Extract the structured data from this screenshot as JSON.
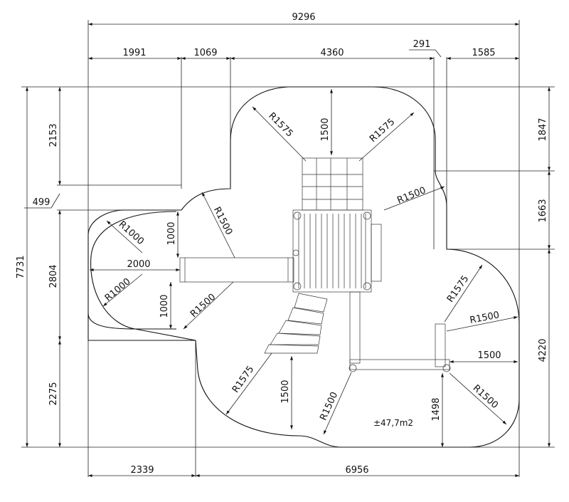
{
  "overall": {
    "width": "9296",
    "height": "7731",
    "area": "±47,7m2"
  },
  "top_dims": [
    "1991",
    "1069",
    "4360",
    "291",
    "1585"
  ],
  "bottom_dims": [
    "2339",
    "6956"
  ],
  "left_dims": [
    "2153",
    "499",
    "2804",
    "2275"
  ],
  "right_dims": [
    "1847",
    "1663",
    "4220"
  ],
  "inner_dims": {
    "d1500_top": "1500",
    "d1000_upper": "1000",
    "d2000": "2000",
    "d1000_lower": "1000",
    "d1500_bottom": "1500",
    "d1500_right": "1500",
    "d1498": "1498"
  },
  "radii": {
    "r1575_top_left": "R1575",
    "r1575_top_right": "R1575",
    "r1500_upper_left": "R1500",
    "r1000_upper": "R1000",
    "r1000_lower": "R1000",
    "r1500_lower_left": "R1500",
    "r1500_right_upper": "R1500",
    "r1575_right": "R1575",
    "r1500_right_mid": "R1500",
    "r1575_bottom_left": "R1575",
    "r1500_bottom_mid": "R1500",
    "r1500_bottom_right": "R1500"
  }
}
